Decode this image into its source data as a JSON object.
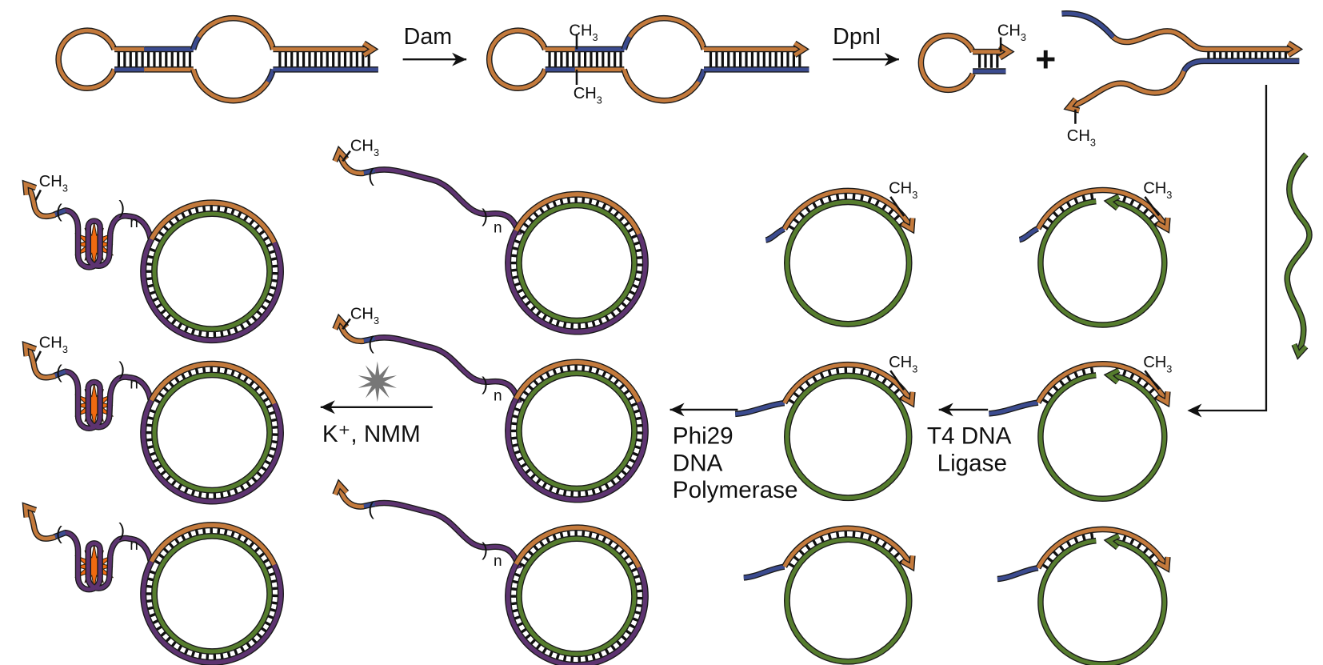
{
  "steps": {
    "dam": "Dam",
    "dpni": "DpnI",
    "plus": "+",
    "ligase": [
      "T4 DNA",
      "Ligase"
    ],
    "polymerase": [
      "Phi29",
      "DNA",
      "Polymerase"
    ],
    "g4": "K⁺, NMM"
  },
  "methyl": {
    "main": "CH",
    "sub": "3"
  },
  "repeat": {
    "open": "(",
    "close": ")",
    "count": "n"
  },
  "colors": {
    "primer": "#c47a3c",
    "adapter": "#3b4b8f",
    "template": "#567d2e",
    "product": "#5d3370",
    "g_quadruplex_dye": "#f06a10",
    "ion_star": "#777777",
    "outline": "#1a1a1a"
  }
}
